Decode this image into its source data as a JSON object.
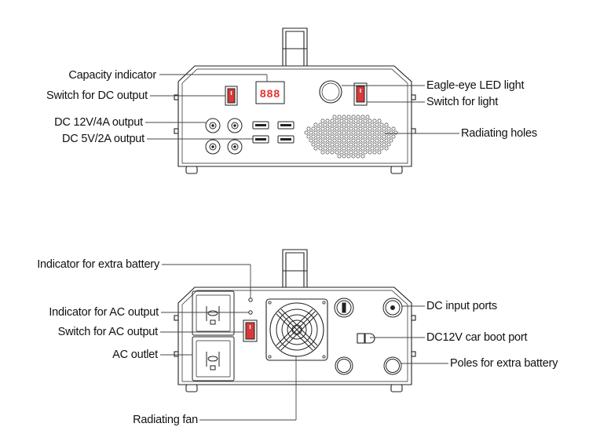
{
  "front_view": {
    "display_digits": "888",
    "labels": {
      "capacity_indicator": "Capacity indicator",
      "switch_dc_output": "Switch for DC output",
      "dc_12v_output": "DC 12V/4A output",
      "dc_5v_output": "DC 5V/2A output",
      "eagle_eye_led": "Eagle-eye LED light",
      "switch_light": "Switch for light",
      "radiating_holes": "Radiating holes"
    }
  },
  "back_view": {
    "labels": {
      "indicator_extra_battery": "Indicator for extra battery",
      "indicator_ac_output": "Indicator for AC output",
      "switch_ac_output": "Switch for AC output",
      "ac_outlet": "AC outlet",
      "radiating_fan": "Radiating fan",
      "dc_input_ports": "DC input ports",
      "dc12v_car_boot_port": "DC12V car boot port",
      "poles_extra_battery": "Poles for extra battery"
    }
  },
  "colors": {
    "line": "#222222",
    "display": "#e83030",
    "switch_red": "#d63a3a"
  }
}
